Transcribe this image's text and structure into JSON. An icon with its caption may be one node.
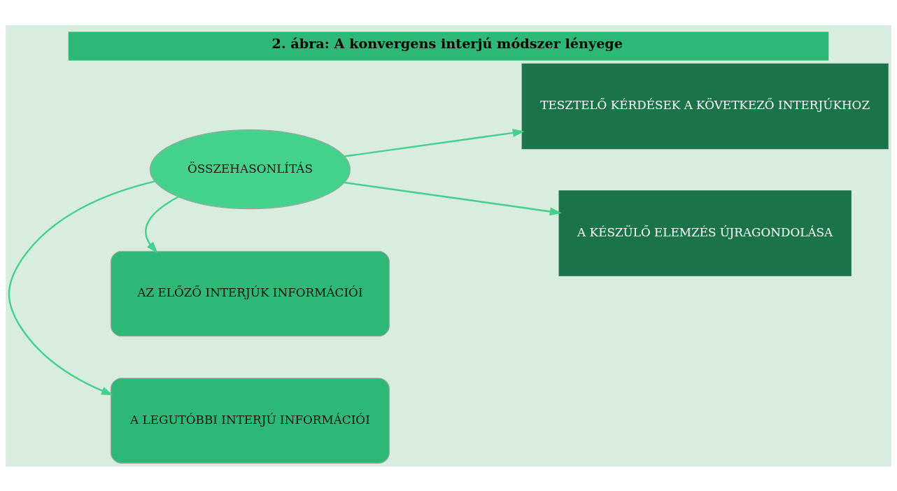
{
  "diagram": {
    "title": "2. ábra: A konvergens interjú módszer lényege",
    "nodes": [
      {
        "text": [
          "A LEGUTÓBBI INTERJÚ INFORMÁCIÓI"
        ]
      },
      {
        "text": [
          "ÖSSZEHASONLÍTÁS"
        ]
      },
      {
        "text": [
          "AZ ELŐZŐ INTERJÚK INFORMÁCIÓI"
        ]
      },
      {
        "text": [
          "TESZTELŐ KÉRDÉSEK A KÖVETKEZŐ INTERJÚKHOZ"
        ]
      },
      {
        "text": [
          "A KÉSZÜLŐ ELEMZÉS ÚJRAGONDOLÁSA"
        ]
      }
    ],
    "edges": [
      {
        "from": 1,
        "to": 0,
        "arrow": "to"
      },
      {
        "from": 1,
        "to": 2,
        "arrow": "to"
      },
      {
        "from": 1,
        "to": 3,
        "arrow": "to"
      },
      {
        "from": 1,
        "to": 4,
        "arrow": "to"
      }
    ]
  }
}
